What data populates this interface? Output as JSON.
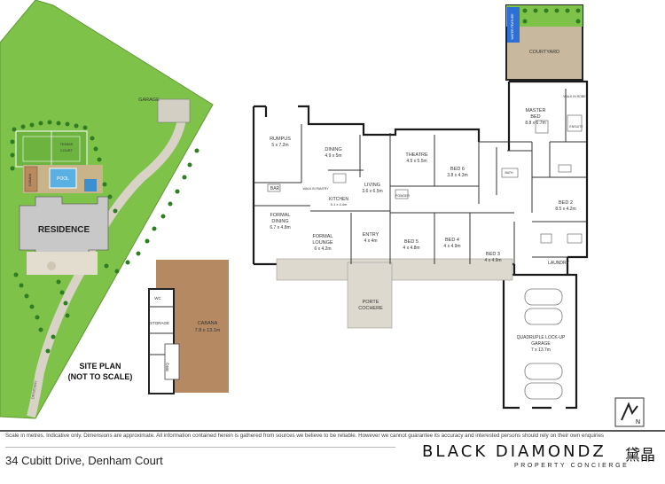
{
  "site_plan": {
    "title_line1": "SITE PLAN",
    "title_line2": "(NOT TO SCALE)",
    "residence": "RESIDENCE",
    "garage": "GARAGE",
    "tennis_line1": "TENNIS",
    "tennis_line2": "COURT",
    "pool": "POOL",
    "cabana": "CABANA",
    "driveway": "DRIVEWAY"
  },
  "cabana": {
    "name": "CABANA",
    "dims": "7.8 x 13.1m",
    "storage": "STORAGE",
    "wc": "WC",
    "bar": "BBQ"
  },
  "rooms": {
    "courtyard": "COURTYARD",
    "water_feature": "WATER FEATURE",
    "master_name": "MASTER",
    "master_name2": "BED",
    "master_dims": "8.8 x 6.7m",
    "walk_in_robe": "WALK IN ROBE",
    "ensuite": "ENSUITE",
    "rumpus": "RUMPUS",
    "rumpus_dims": "5 x 7.2m",
    "dining": "DINING",
    "dining_dims": "4.9 x 5m",
    "theatre": "THEATRE",
    "theatre_dims": "4.5 x 5.5m",
    "bed6": "BED 6",
    "bed6_dims": "3.8 x 4.3m",
    "living": "LIVING",
    "living_dims": "3.6 x 6.5m",
    "bar": "BAR",
    "walk_in_pantry": "WALK IN PANTRY",
    "kitchen": "KITCHEN",
    "kitchen_dims": "5.1 x 4.4m",
    "formal_dining": "FORMAL",
    "formal_dining2": "DINING",
    "formal_dining_dims": "6.7 x 4.8m",
    "formal_lounge": "FORMAL",
    "formal_lounge2": "LOUNGE",
    "formal_lounge_dims": "6 x 4.2m",
    "entry": "ENTRY",
    "entry_dims": "4 x 4m",
    "bed5": "BED 5",
    "bed5_dims": "4 x 4.8m",
    "bed4": "BED 4",
    "bed4_dims": "4 x 4.9m",
    "bed3": "BED 3",
    "bed3_dims": "4 x 4.9m",
    "bed2": "BED 2",
    "bed2_dims": "8.5 x 4.2m",
    "laundry": "LAUNDRY",
    "porte": "PORTE",
    "cochere": "COCHERE",
    "garage_line1": "QUADRUPLE LOCK-UP",
    "garage_line2": "GARAGE",
    "garage_dims": "7 x 13.7m",
    "powder": "POWDER",
    "bath": "BATH"
  },
  "footer": {
    "disclaimer": "Scale in metres. Indicative only. Dimensions are approximate. All information contained herein is gathered from sources we believe to be reliable. However we cannot guarantee its accuracy and interested persons should rely on their own enquiries",
    "address": "34 Cubitt Drive, Denham Court",
    "brand": "BLACK DIAMONDZ",
    "brand_cn": "黛晶",
    "brand_sub": "PROPERTY CONCIERGE"
  },
  "compass_letter": "N"
}
